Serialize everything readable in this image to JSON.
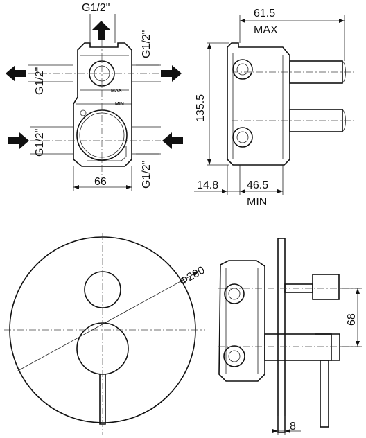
{
  "labels": {
    "thread_top": "G1/2\"",
    "thread_left": "G1/2\"",
    "thread_lower_left": "G1/2\"",
    "thread_right_top": "G1/2\"",
    "thread_right_bottom": "G1/2\"",
    "body_max": "MAX",
    "body_min": "MIN",
    "width_66": "66",
    "height_135_5": "135.5",
    "depth_max_value": "61.5",
    "depth_max_label": "MAX",
    "offset_14_8": "14.8",
    "depth_min_value": "46.5",
    "depth_min_label": "MIN",
    "plate_diameter": "Φ200",
    "spacing_68": "68",
    "plate_thickness": "8"
  }
}
